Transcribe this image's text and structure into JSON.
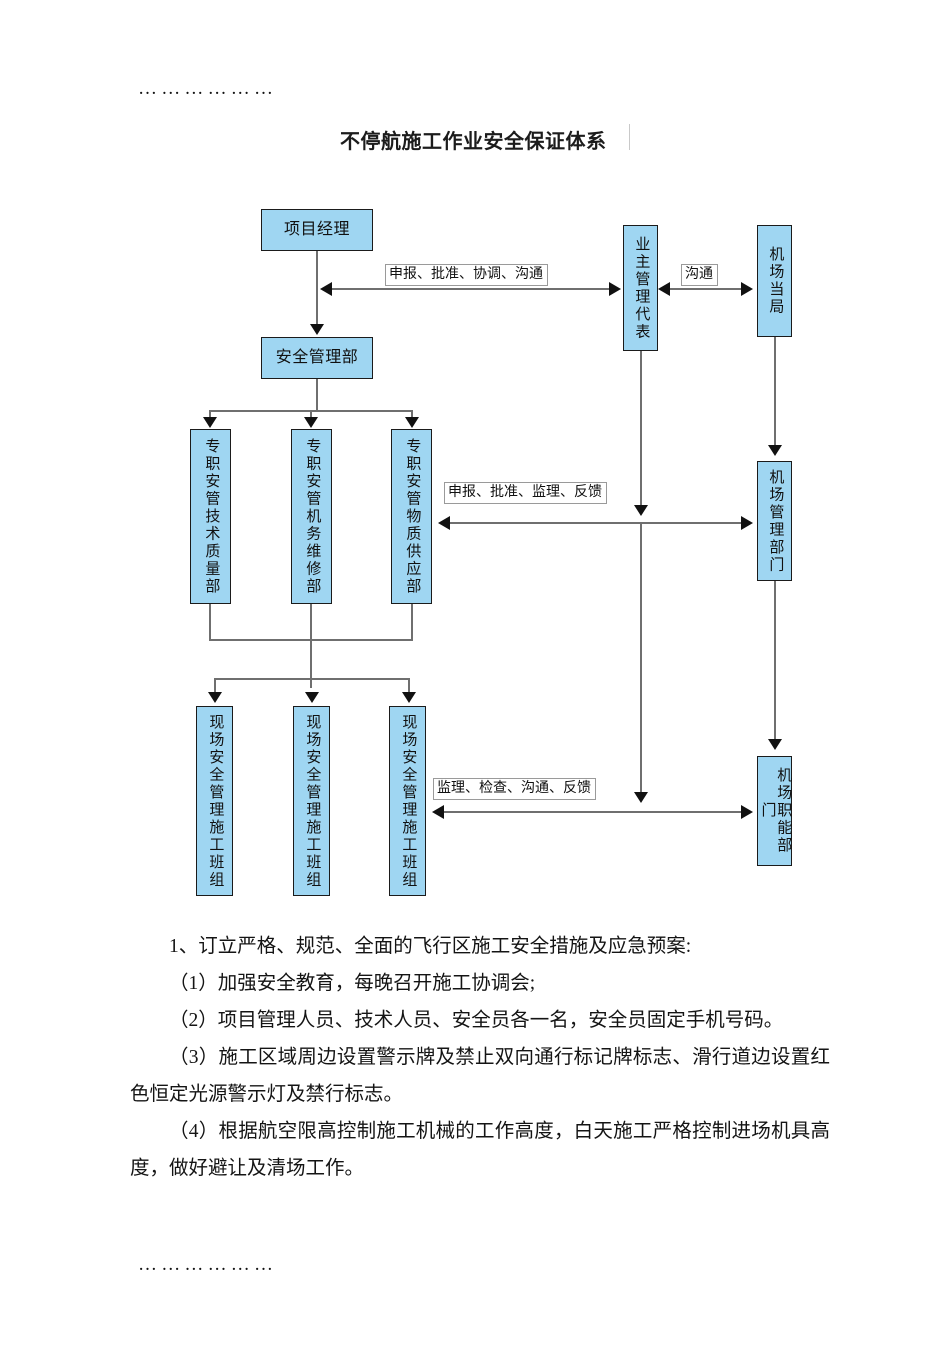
{
  "document": {
    "top_ellipsis": "………………",
    "bottom_ellipsis": "………………",
    "title": "不停航施工作业安全保证体系"
  },
  "flowchart": {
    "nodes": {
      "project_manager": "项目经理",
      "safety_dept": "安全管理部",
      "owner_rep": "业主管理代表",
      "airport_authority": "机场当局",
      "airport_mgmt_dept": "机场管理部门",
      "airport_function_dept": "机场职能部门",
      "spec_tech_quality": "专职安管技术质量部",
      "spec_machinery_maint": "专职安管机务维修部",
      "spec_material_supply": "专职安管物质供应部",
      "site_team_1": "现场安全管理施工班组",
      "site_team_2": "现场安全管理施工班组",
      "site_team_3": "现场安全管理施工班组"
    },
    "edge_labels": {
      "report_approve_coord_comm": "申报、批准、协调、沟通",
      "communicate": "沟通",
      "report_approve_supervise_feedback": "申报、批准、监理、反馈",
      "supervise_inspect_comm_feedback": "监理、检查、沟通、反馈"
    },
    "colors": {
      "node_fill": "#9fd6f2",
      "node_border": "#1b1b1b",
      "connector": "#6f6f6f",
      "arrow_head": "#111111",
      "label_border": "#9a9a9a"
    }
  },
  "content": {
    "heading": "1、订立严格、规范、全面的飞行区施工安全措施及应急预案:",
    "item1": "（1）加强安全教育，每晚召开施工协调会;",
    "item2": "（2）项目管理人员、技术人员、安全员各一名，安全员固定手机号码。",
    "item3": "（3）施工区域周边设置警示牌及禁止双向通行标记牌标志、滑行道边设置红色恒定光源警示灯及禁行标志。",
    "item4": "（4）根据航空限高控制施工机械的工作高度，白天施工严格控制进场机具高度，做好避让及清场工作。"
  }
}
